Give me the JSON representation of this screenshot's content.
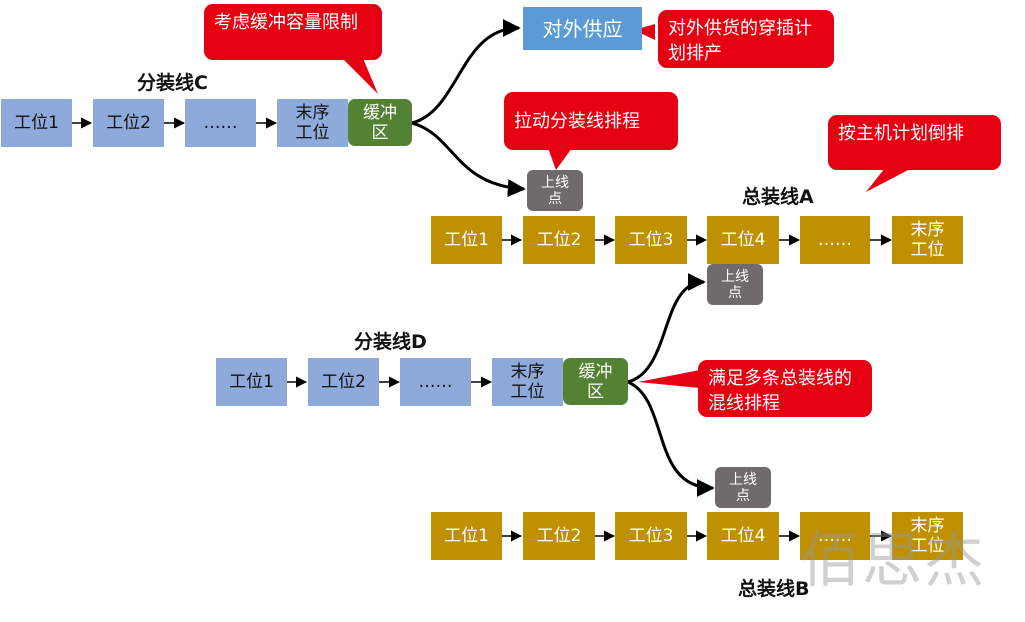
{
  "line_c": {
    "title": "分装线C",
    "stations": [
      "工位1",
      "工位2",
      "……",
      "末序\n工位"
    ],
    "buffer": "缓冲\n区"
  },
  "line_d": {
    "title": "分装线D",
    "stations": [
      "工位1",
      "工位2",
      "……",
      "末序\n工位"
    ],
    "buffer": "缓冲\n区"
  },
  "line_a": {
    "title": "总装线A",
    "stations": [
      "工位1",
      "工位2",
      "工位3",
      "工位4",
      "……",
      "末序\n工位"
    ]
  },
  "line_b": {
    "title": "总装线B",
    "stations": [
      "工位1",
      "工位2",
      "工位3",
      "工位4",
      "……",
      "末序\n工位"
    ]
  },
  "external_supply": "对外供应",
  "feed_point": "上线\n点",
  "callouts": {
    "buffer_limit": "考虑缓冲容量限制",
    "external_plan": "对外供货的穿插计划排产",
    "pull_schedule": "拉动分装线排程",
    "host_plan": "按主机计划倒排",
    "mixed_line": "满足多条总装线的混线排程"
  },
  "watermark": "佰思杰",
  "colors": {
    "sub_station": "#8eaadb",
    "main_station": "#bf9000",
    "buffer": "#548235",
    "feed_point": "#6f6b6b",
    "external": "#5b9bd5",
    "callout": "#e50012"
  }
}
